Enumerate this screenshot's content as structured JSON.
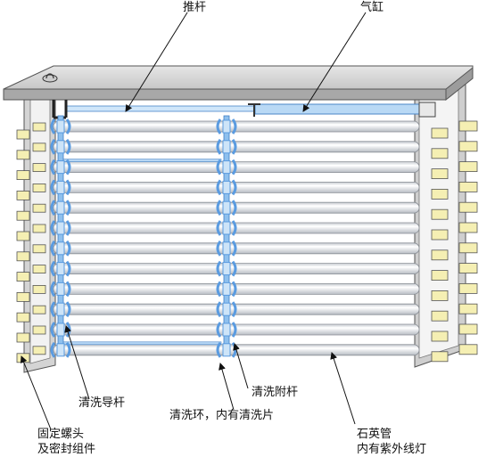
{
  "labels": {
    "push_rod": "推杆",
    "air_cylinder": "气缸",
    "guide_rod": "清洗导杆",
    "attach_rod": "清洗附杆",
    "cleaning_ring": "清洗环，内有清洗片",
    "fixing_bolt_line1": "固定螺头",
    "fixing_bolt_line2": "及密封组件",
    "quartz_tube_line1": "石英管",
    "quartz_tube_line2": "内有紫外线灯"
  },
  "colors": {
    "tube": "#dfe3e8",
    "tube_edge": "#8a8f96",
    "frame": "#d8d8d8",
    "ring": "#5a9be0",
    "bolt": "#f5efb3",
    "bolt_edge": "#555555"
  }
}
